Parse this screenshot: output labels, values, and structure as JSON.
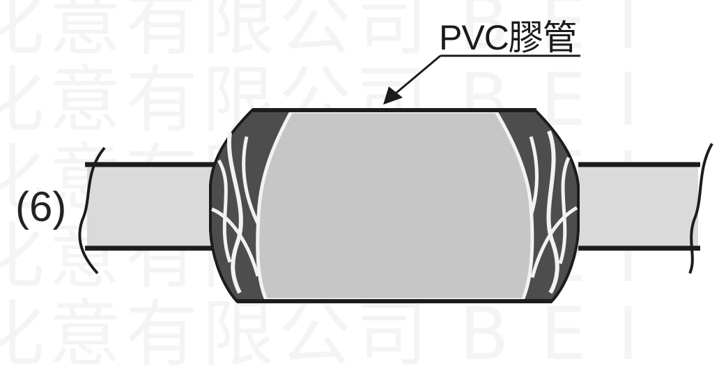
{
  "step_label": "(6)",
  "callout_label": "PVC膠管",
  "watermark_text": "化意有限公司 B E I",
  "colors": {
    "outline": "#1c1c1c",
    "tube": "#c6c6c6",
    "cable": "#dadada",
    "tape_dark": "#4d4d4d",
    "tape_light": "#f2f2f2"
  }
}
